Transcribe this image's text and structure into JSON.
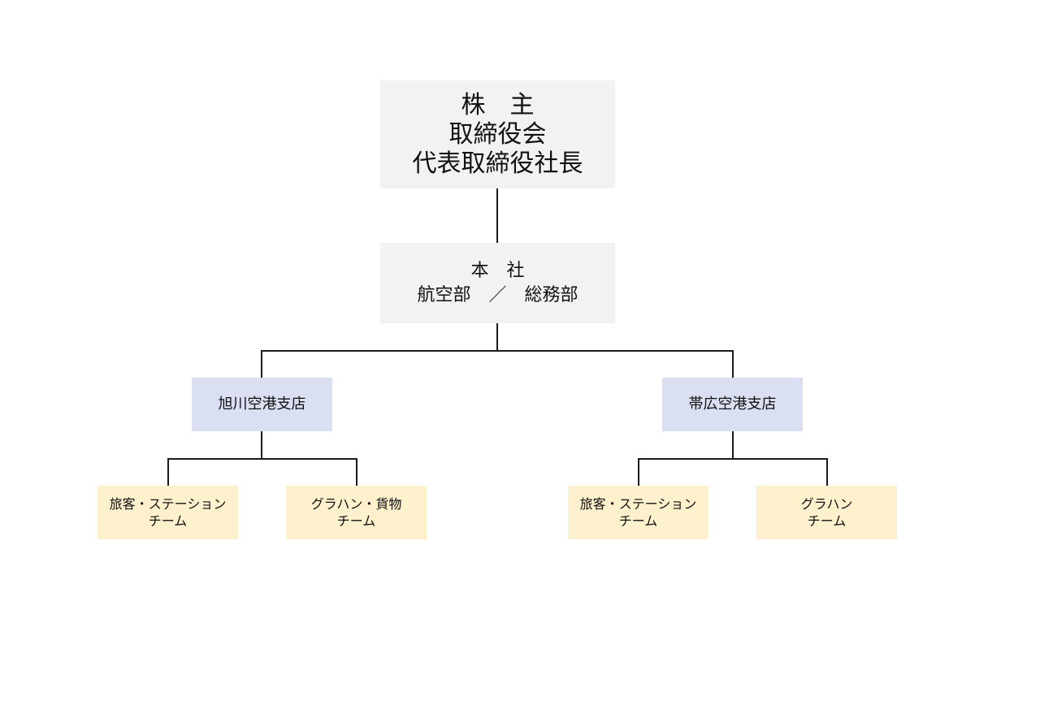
{
  "top": {
    "lines": [
      "株　主",
      "取締役会",
      "代表取締役社長"
    ]
  },
  "headquarters": {
    "lines": [
      "本　社",
      "航空部　／　総務部"
    ]
  },
  "branches": [
    {
      "label": "旭川空港支店",
      "teams": [
        {
          "lines": [
            "旅客・ステーション",
            "チーム"
          ]
        },
        {
          "lines": [
            "グラハン・貨物",
            "チーム"
          ]
        }
      ]
    },
    {
      "label": "帯広空港支店",
      "teams": [
        {
          "lines": [
            "旅客・ステーション",
            "チーム"
          ]
        },
        {
          "lines": [
            "グラハン",
            "チーム"
          ]
        }
      ]
    }
  ],
  "colors": {
    "top_fill": "#f2f2f2",
    "branch_fill": "#dae0f1",
    "team_fill": "#fdf0cc",
    "connector": "#1a1a1a"
  }
}
